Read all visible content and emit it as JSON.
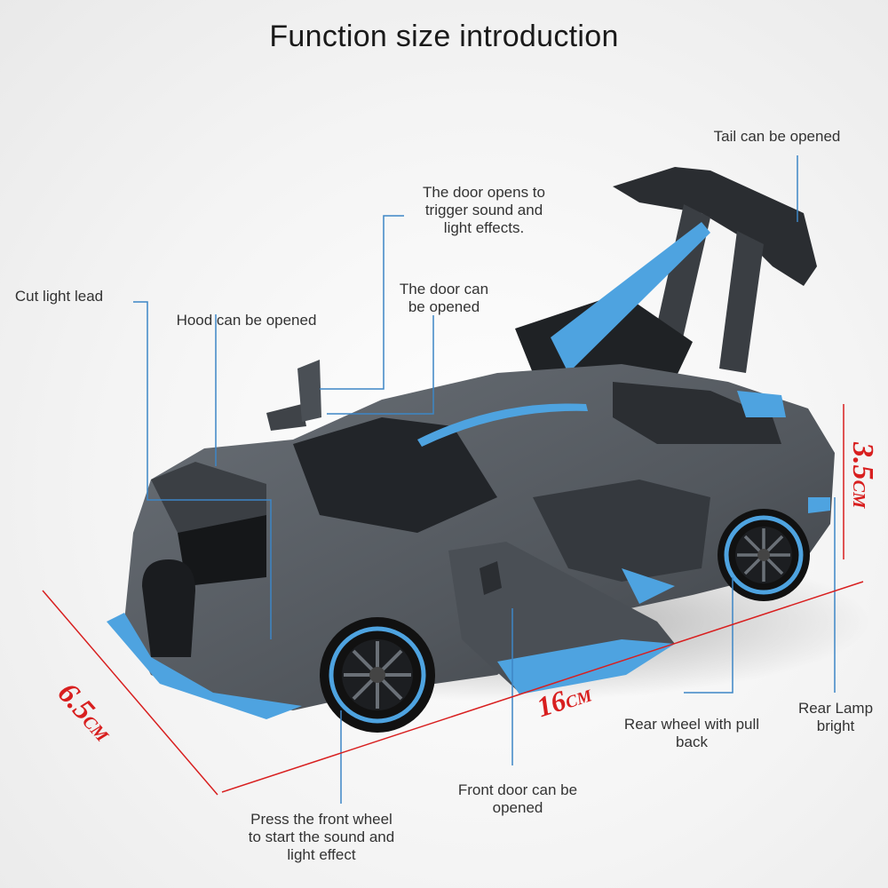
{
  "title": "Function size introduction",
  "labels": {
    "tail": "Tail can be opened",
    "door_sound": "The door opens to\ntrigger sound and\nlight effects.",
    "door_open": "The door can\nbe opened",
    "cut_light": "Cut light lead",
    "hood": "Hood can be opened",
    "rear_wheel": "Rear wheel with pull\nback",
    "rear_lamp": "Rear Lamp\nbright",
    "front_door": "Front door can be\nopened",
    "front_wheel": "Press the front wheel\nto start the sound and\nlight effect"
  },
  "dimensions": {
    "height_value": "3.5",
    "height_unit": "CM",
    "width_value": "6.5",
    "width_unit": "CM",
    "length_value": "16",
    "length_unit": "CM"
  },
  "colors": {
    "car_body": "#5b6066",
    "accent": "#4ea3e0",
    "leader": "#3d86c6",
    "dimension": "#d81f1f"
  }
}
